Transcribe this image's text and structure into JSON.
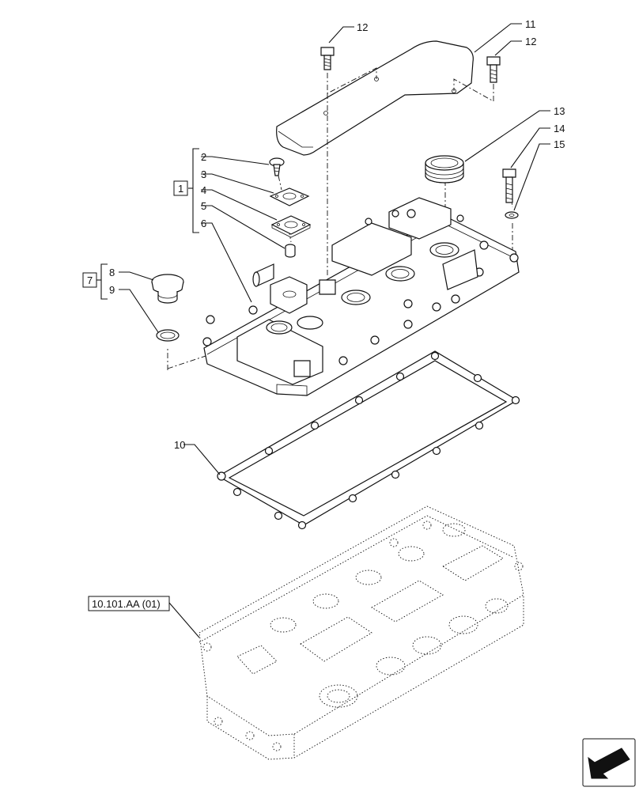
{
  "callouts": {
    "c1": "1",
    "c2": "2",
    "c3": "3",
    "c4": "4",
    "c5": "5",
    "c6": "6",
    "c7": "7",
    "c8": "8",
    "c9": "9",
    "c10": "10",
    "c11": "11",
    "c12a": "12",
    "c12b": "12",
    "c13": "13",
    "c14": "14",
    "c15": "15"
  },
  "reference": "10.101.AA (01)",
  "icons": {
    "nav": "arrow-nav-icon"
  }
}
